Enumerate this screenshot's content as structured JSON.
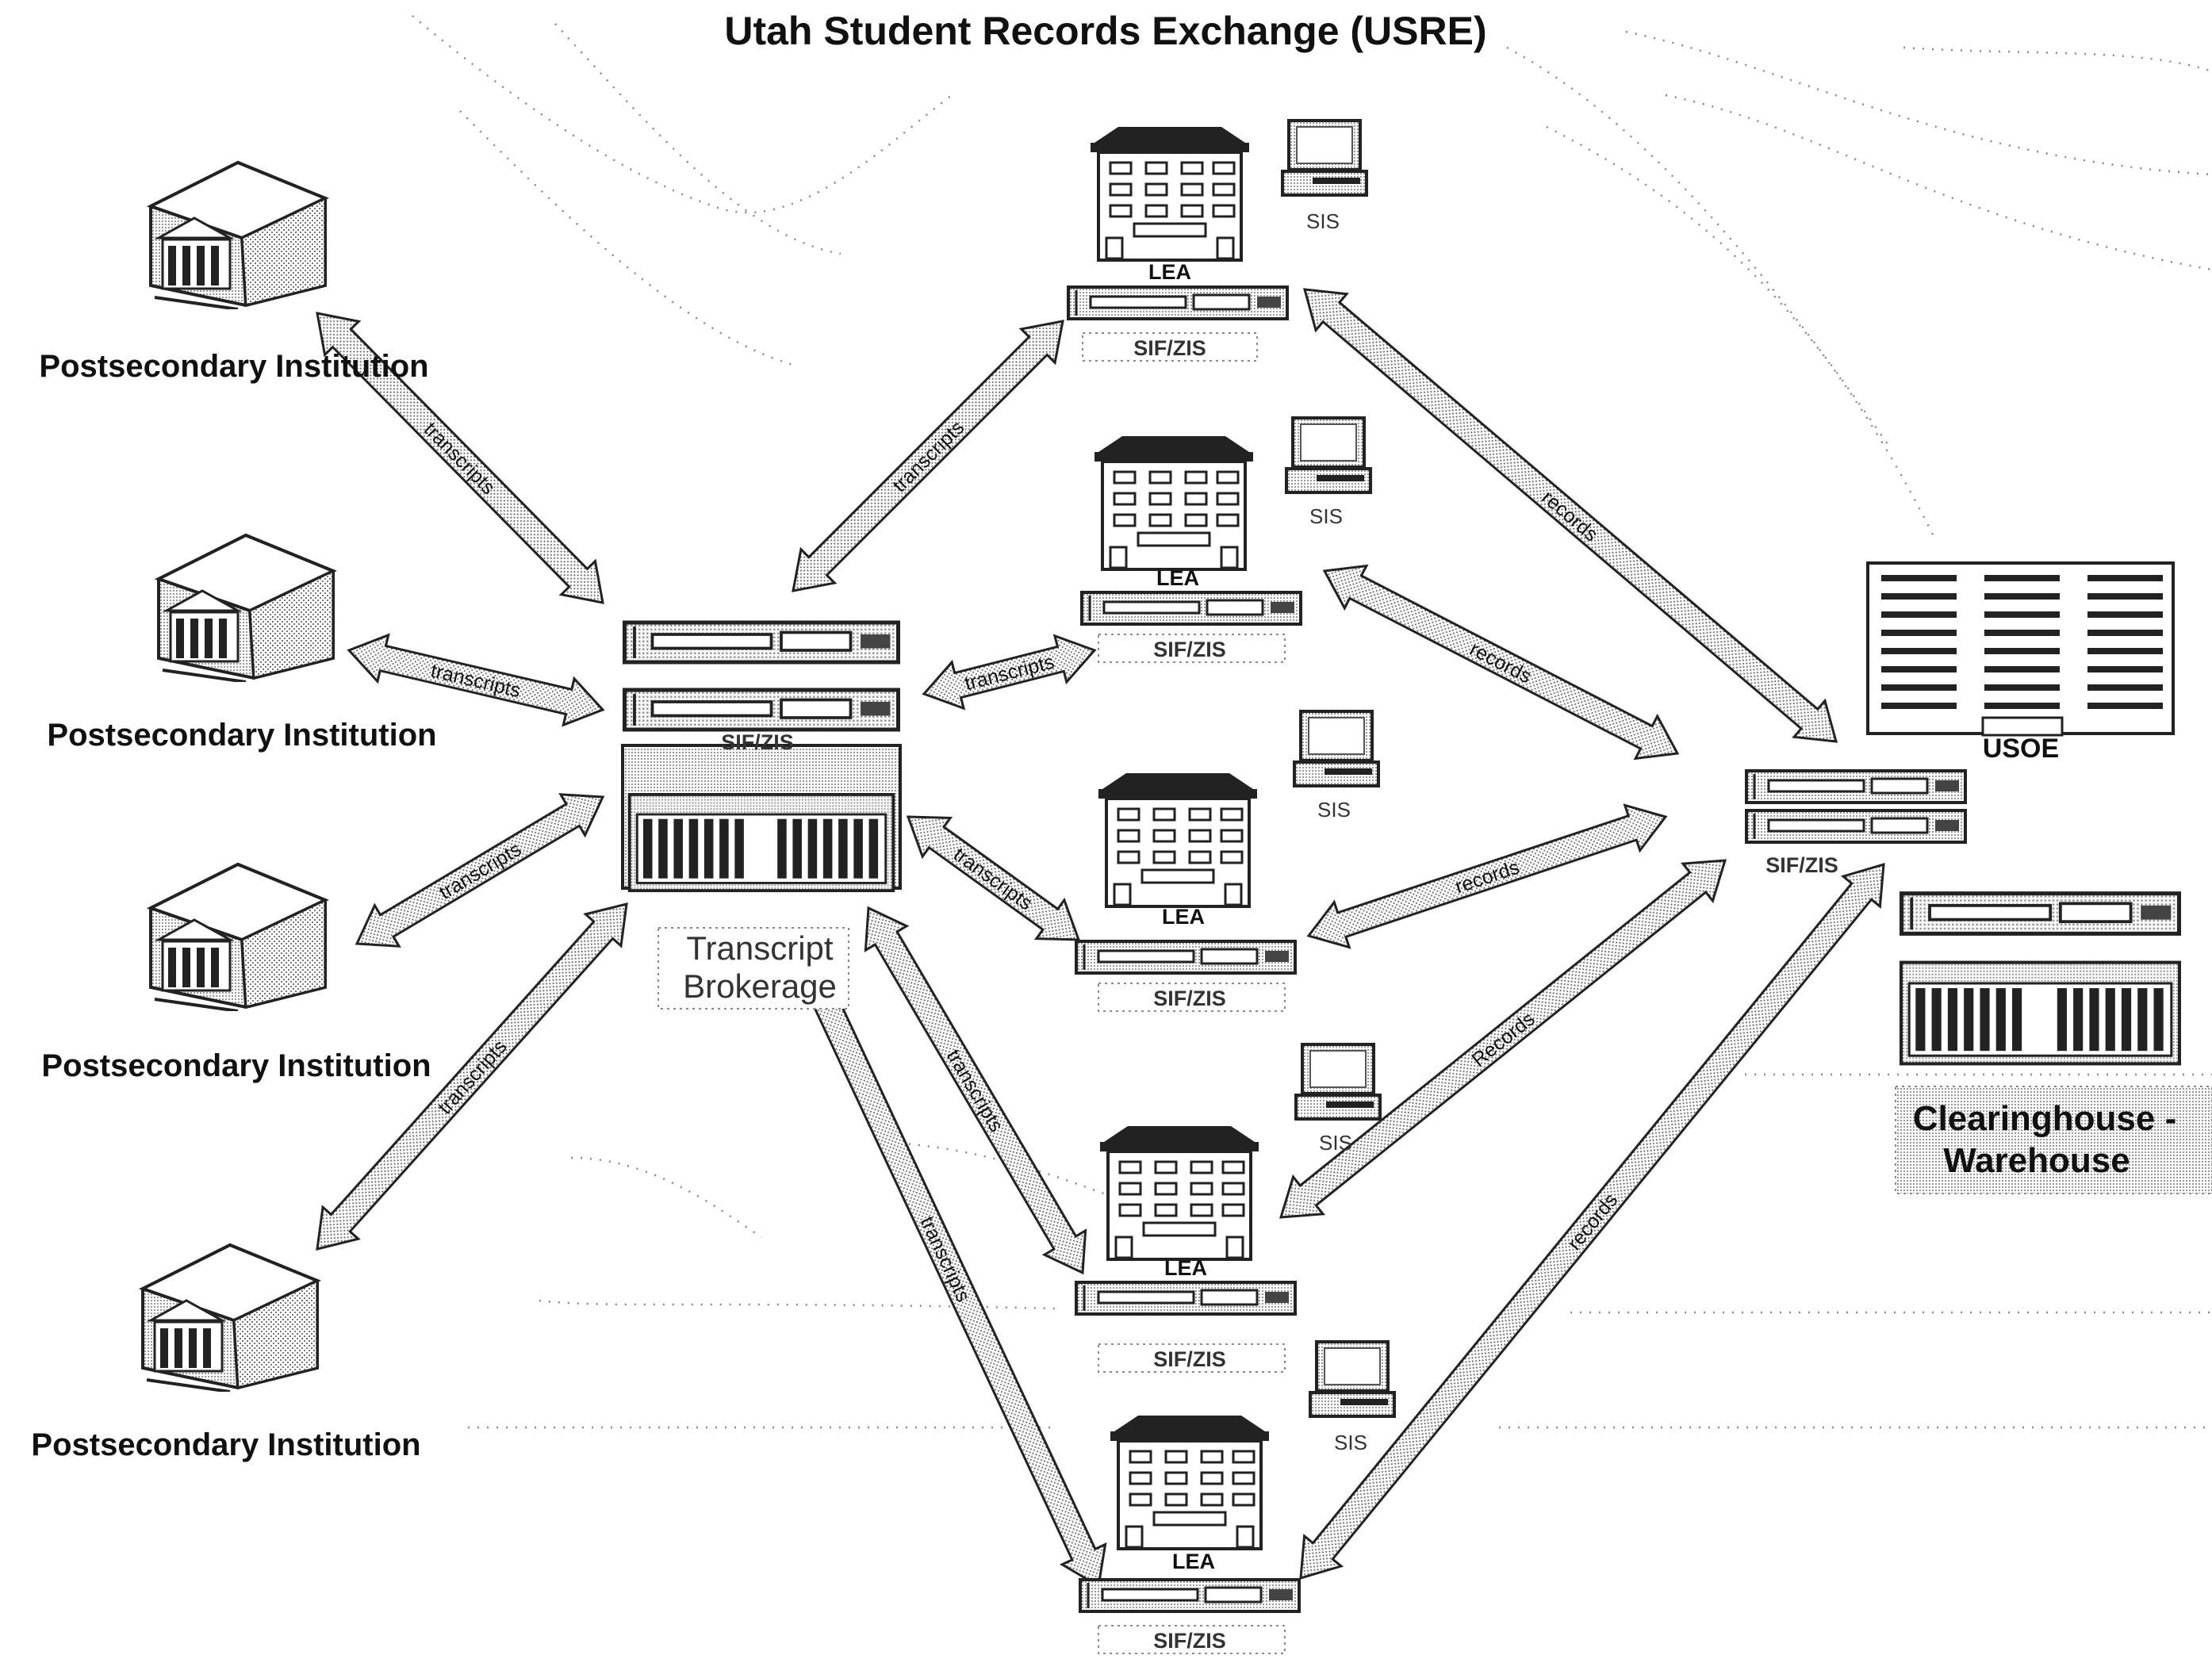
{
  "title": "Utah Student Records Exchange (USRE)",
  "postsecondary": [
    {
      "label": "Postsecondary Institution"
    },
    {
      "label": "Postsecondary Institution"
    },
    {
      "label": "Postsecondary Institution"
    },
    {
      "label": "Postsecondary Institution"
    }
  ],
  "broker": {
    "zis_label": "SIF/ZIS",
    "name_line1": "Transcript",
    "name_line2": "Brokerage"
  },
  "leas": [
    {
      "label": "LEA",
      "sis": "SIS",
      "zis": "SIF/ZIS"
    },
    {
      "label": "LEA",
      "sis": "SIS",
      "zis": "SIF/ZIS"
    },
    {
      "label": "LEA",
      "sis": "SIS",
      "zis": "SIF/ZIS"
    },
    {
      "label": "LEA",
      "sis": "SIS",
      "zis": "SIF/ZIS"
    },
    {
      "label": "LEA",
      "sis": "SIS",
      "zis": "SIF/ZIS"
    }
  ],
  "usoe": {
    "label": "USOE",
    "zis": "SIF/ZIS"
  },
  "clearinghouse": {
    "line1": "Clearinghouse -",
    "line2": "Warehouse"
  },
  "arrows": [
    {
      "label": "transcripts"
    },
    {
      "label": "transcripts"
    },
    {
      "label": "transcripts"
    },
    {
      "label": "transcripts"
    },
    {
      "label": "transcripts"
    },
    {
      "label": "transcripts"
    },
    {
      "label": "transcripts"
    },
    {
      "label": "transcripts"
    },
    {
      "label": "transcripts"
    },
    {
      "label": "records"
    },
    {
      "label": "records"
    },
    {
      "label": "records"
    },
    {
      "label": "Records"
    },
    {
      "label": "records"
    }
  ],
  "colors": {
    "stroke": "#222222",
    "fill": "#ffffff",
    "stipple": "#9a9a9a"
  }
}
